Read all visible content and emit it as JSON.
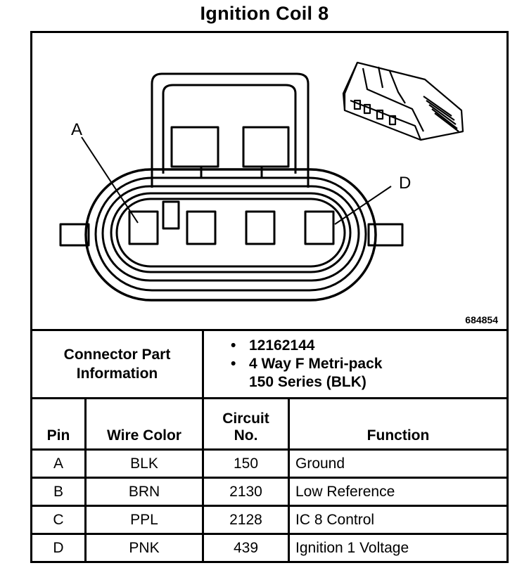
{
  "title": "Ignition Coil 8",
  "figure": {
    "id": "684854",
    "callouts": {
      "a": "A",
      "d": "D"
    }
  },
  "connector_info": {
    "label_line1": "Connector Part",
    "label_line2": "Information",
    "part_number": "12162144",
    "description_line1": "4 Way F Metri-pack",
    "description_line2": "150 Series (BLK)"
  },
  "table": {
    "headers": {
      "pin": "Pin",
      "wire_color": "Wire Color",
      "circuit_line1": "Circuit",
      "circuit_line2": "No.",
      "function": "Function"
    },
    "rows": [
      {
        "pin": "A",
        "wire_color": "BLK",
        "circuit": "150",
        "function": "Ground"
      },
      {
        "pin": "B",
        "wire_color": "BRN",
        "circuit": "2130",
        "function": "Low Reference"
      },
      {
        "pin": "C",
        "wire_color": "PPL",
        "circuit": "2128",
        "function": "IC 8 Control"
      },
      {
        "pin": "D",
        "wire_color": "PNK",
        "circuit": "439",
        "function": "Ignition 1 Voltage"
      }
    ]
  }
}
